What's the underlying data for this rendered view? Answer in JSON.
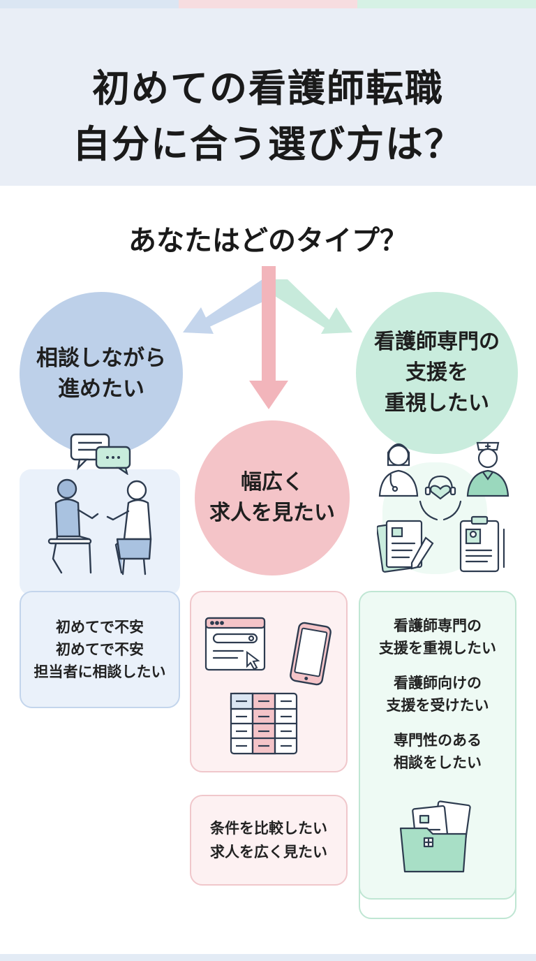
{
  "colors": {
    "blue": "#bdd0e9",
    "blue_light": "#eaf1fa",
    "blue_border": "#c3d5ec",
    "pink": "#f4c4c8",
    "pink_light": "#fdf1f2",
    "pink_border": "#f0c7cb",
    "mint": "#c9ecdd",
    "mint_light": "#eefaf4",
    "mint_border": "#bfe6d3",
    "header_bg": "#e9eef6"
  },
  "header": {
    "title_line1": "初めての看護師転職",
    "title_line2": "自分に合う選び方は？"
  },
  "question": "あなたはどのタイプ？",
  "types": {
    "left": {
      "circle_lines": [
        "相談しながら",
        "進めたい"
      ],
      "box_lines": [
        "初めてで不安",
        "初めてで不安",
        "担当者に相談したい"
      ],
      "illustration_icons": [
        "speech-bubbles-icon",
        "two-people-talking-icon"
      ]
    },
    "center": {
      "circle_lines": [
        "幅広く",
        "求人を見たい"
      ],
      "box_lines": [
        "条件を比較したい",
        "求人を広く見たい"
      ],
      "illustration_icons": [
        "browser-search-icon",
        "smartphone-icon",
        "comparison-table-icon"
      ]
    },
    "right": {
      "circle_lines": [
        "看護師専門の",
        "支援を",
        "重視したい"
      ],
      "box_groups": [
        [
          "看護師専門の",
          "支援を重視したい"
        ],
        [
          "看護師向けの",
          "支援を受けたい"
        ],
        [
          "専門性のある",
          "相談をしたい"
        ]
      ],
      "illustration_icons": [
        "nurse-icon",
        "nurse-with-cap-icon",
        "heart-headset-hands-icon",
        "documents-icon",
        "clipboard-profile-icon",
        "folder-documents-icon"
      ]
    }
  }
}
